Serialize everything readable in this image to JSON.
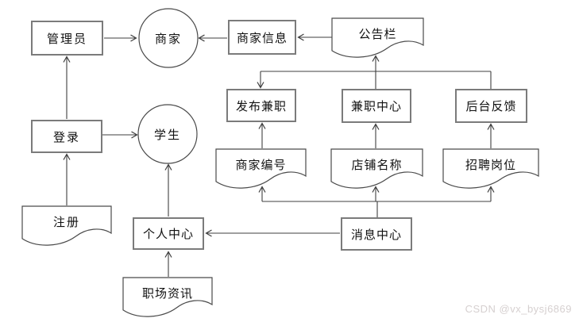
{
  "diagram": {
    "type": "flowchart",
    "nodes": {
      "admin": {
        "label": "管理员",
        "shape": "rectangle"
      },
      "merchant": {
        "label": "商家",
        "shape": "circle"
      },
      "merchant_info": {
        "label": "商家信息",
        "shape": "rectangle"
      },
      "bulletin": {
        "label": "公告栏",
        "shape": "document"
      },
      "post_job": {
        "label": "发布兼职",
        "shape": "rectangle"
      },
      "job_center": {
        "label": "兼职中心",
        "shape": "rectangle"
      },
      "backend_feedback": {
        "label": "后台反馈",
        "shape": "rectangle"
      },
      "merchant_id": {
        "label": "商家编号",
        "shape": "document"
      },
      "shop_name": {
        "label": "店铺名称",
        "shape": "document"
      },
      "job_position": {
        "label": "招聘岗位",
        "shape": "document"
      },
      "login": {
        "label": "登录",
        "shape": "rectangle"
      },
      "student": {
        "label": "学生",
        "shape": "circle"
      },
      "register": {
        "label": "注册",
        "shape": "document"
      },
      "personal_center": {
        "label": "个人中心",
        "shape": "rectangle"
      },
      "message_center": {
        "label": "消息中心",
        "shape": "rectangle"
      },
      "career_news": {
        "label": "职场资讯",
        "shape": "document"
      }
    },
    "edges": [
      {
        "from": "admin",
        "to": "merchant",
        "arrow": true
      },
      {
        "from": "merchant_info",
        "to": "merchant",
        "arrow": true
      },
      {
        "from": "bulletin",
        "to": "merchant_info",
        "arrow": true
      },
      {
        "from": "login",
        "to": "admin",
        "arrow": true
      },
      {
        "from": "login",
        "to": "student",
        "arrow": true
      },
      {
        "from": "register",
        "to": "login",
        "arrow": true
      },
      {
        "from": "bulletin",
        "to": "post_job",
        "arrow": true
      },
      {
        "from": "job_center",
        "to": "bulletin",
        "arrow": true
      },
      {
        "from": "backend_feedback",
        "to": "bulletin",
        "arrow": false
      },
      {
        "from": "merchant_id",
        "to": "post_job",
        "arrow": true
      },
      {
        "from": "shop_name",
        "to": "job_center",
        "arrow": true
      },
      {
        "from": "job_position",
        "to": "backend_feedback",
        "arrow": true
      },
      {
        "from": "message_center",
        "to": "merchant_id",
        "arrow": true
      },
      {
        "from": "message_center",
        "to": "shop_name",
        "arrow": true
      },
      {
        "from": "message_center",
        "to": "job_position",
        "arrow": true
      },
      {
        "from": "message_center",
        "to": "personal_center",
        "arrow": true
      },
      {
        "from": "personal_center",
        "to": "student",
        "arrow": true
      },
      {
        "from": "career_news",
        "to": "personal_center",
        "arrow": true
      }
    ],
    "colors": {
      "rect_border": "#7b7b7b",
      "line": "#3f3f3f",
      "text": "#111111",
      "background": "#ffffff"
    }
  },
  "watermark": {
    "text": "CSDN @vx_bysj6869",
    "color": "#d6d0d0"
  }
}
